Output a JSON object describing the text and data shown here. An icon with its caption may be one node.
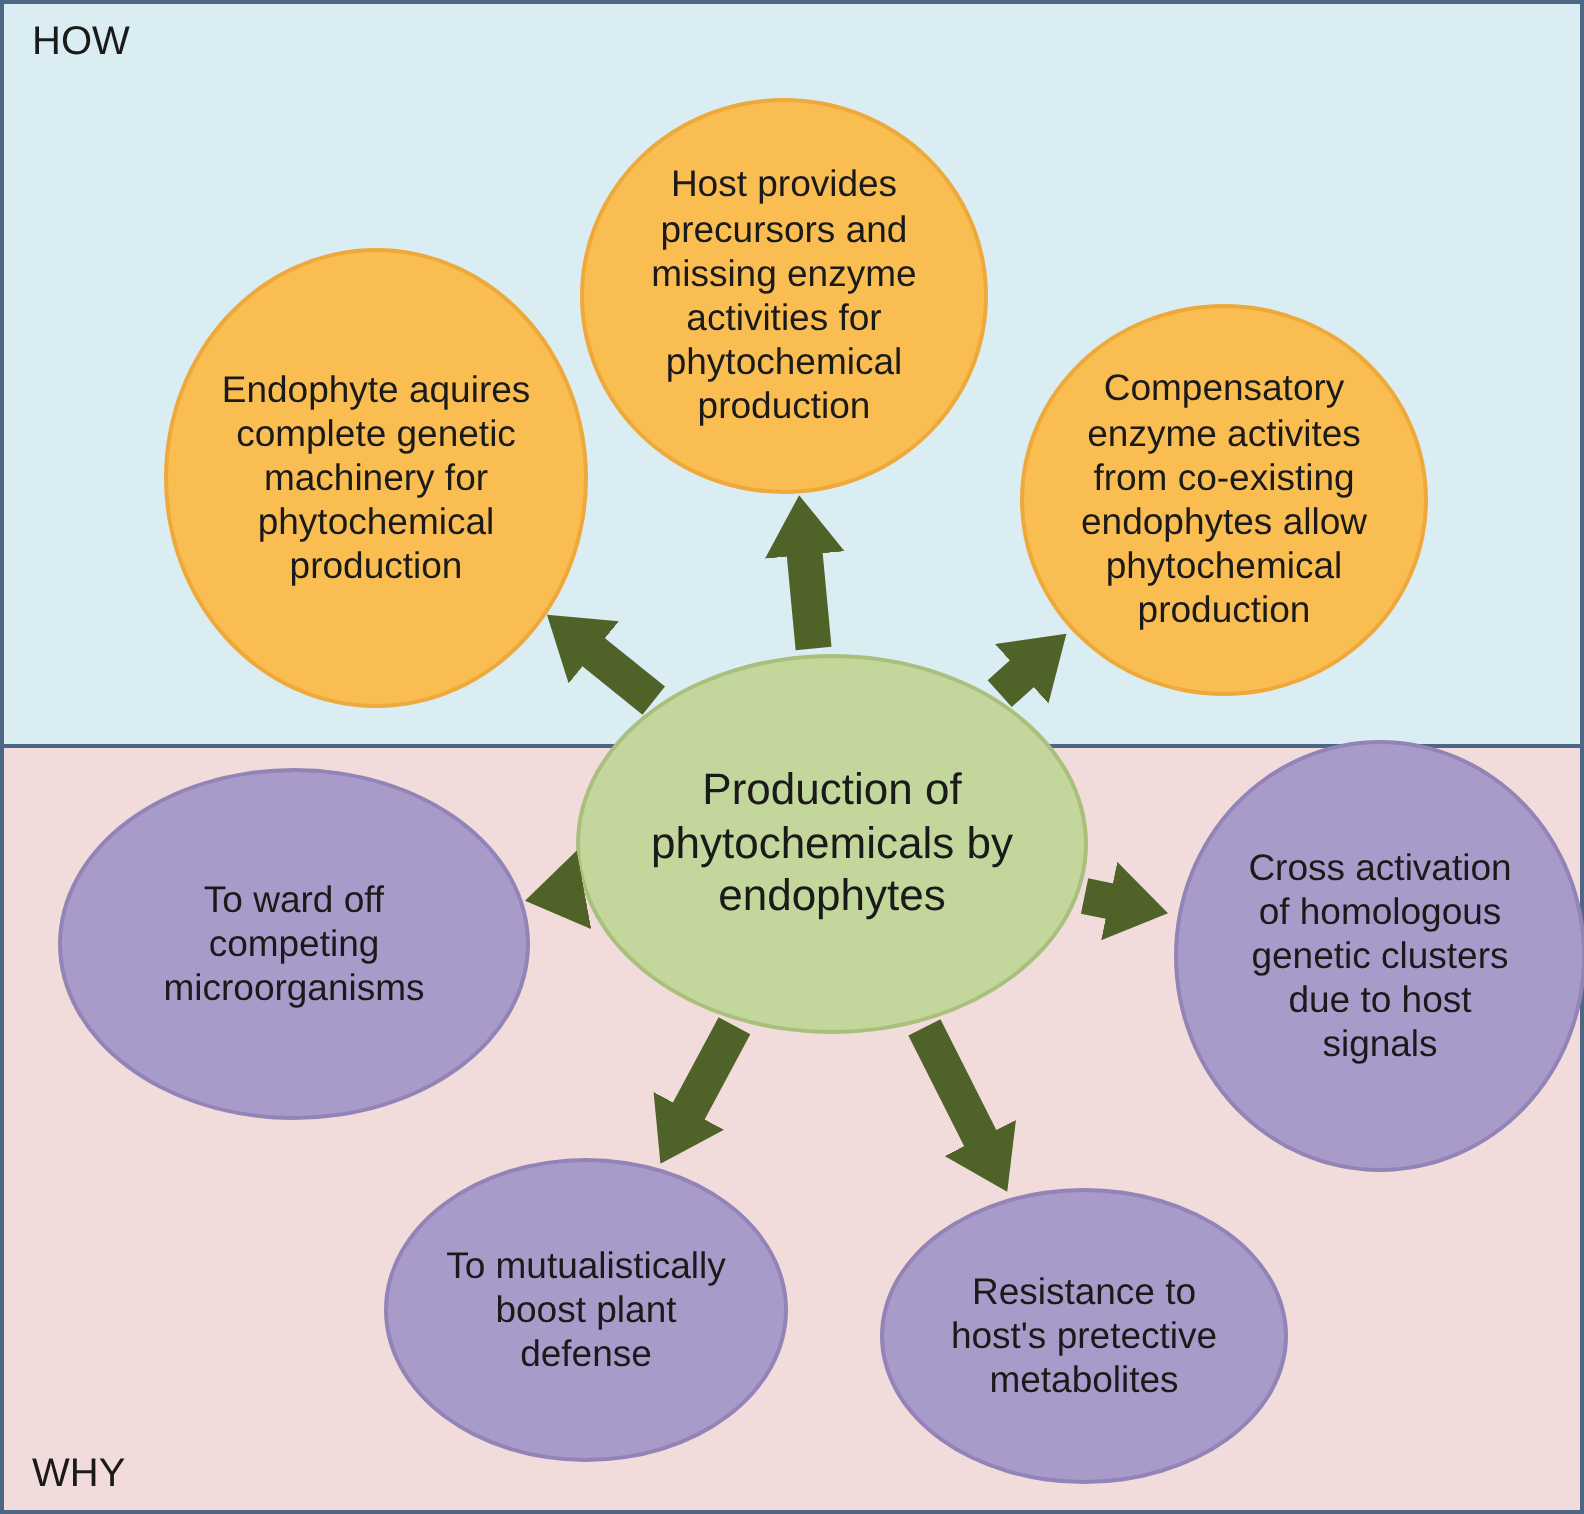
{
  "diagram": {
    "nodes": [
      {
        "text": [
          "HOW"
        ]
      },
      {
        "text": [
          "Endophyte aquires complete genetic machinery for phytochemical production"
        ],
        "in": 0
      },
      {
        "text": [
          "Host provides precursors and missing enzyme activities for phytochemical production"
        ],
        "in": 0
      },
      {
        "text": [
          "Compensatory enzyme activites from co-existing endophytes allow phytochemical production"
        ],
        "in": 0
      },
      {
        "text": [
          "Production of phytochemicals by endophytes"
        ]
      },
      {
        "text": [
          "WHY"
        ]
      },
      {
        "text": [
          "To ward off competing microorganisms"
        ],
        "in": 5
      },
      {
        "text": [
          "Cross activation of homologous genetic clusters due to host signals"
        ],
        "in": 5
      },
      {
        "text": [
          "To mutualistically boost plant defense"
        ],
        "in": 5
      },
      {
        "text": [
          "Resistance to host's pretective metabolites"
        ],
        "in": 5
      }
    ],
    "edges": [
      {
        "from": 4,
        "to": 1,
        "arrow": "to"
      },
      {
        "from": 4,
        "to": 2,
        "arrow": "to"
      },
      {
        "from": 4,
        "to": 3,
        "arrow": "to"
      },
      {
        "from": 4,
        "to": 6,
        "arrow": "to"
      },
      {
        "from": 4,
        "to": 7,
        "arrow": "to"
      },
      {
        "from": 4,
        "to": 8,
        "arrow": "to"
      },
      {
        "from": 4,
        "to": 9,
        "arrow": "to"
      }
    ]
  }
}
